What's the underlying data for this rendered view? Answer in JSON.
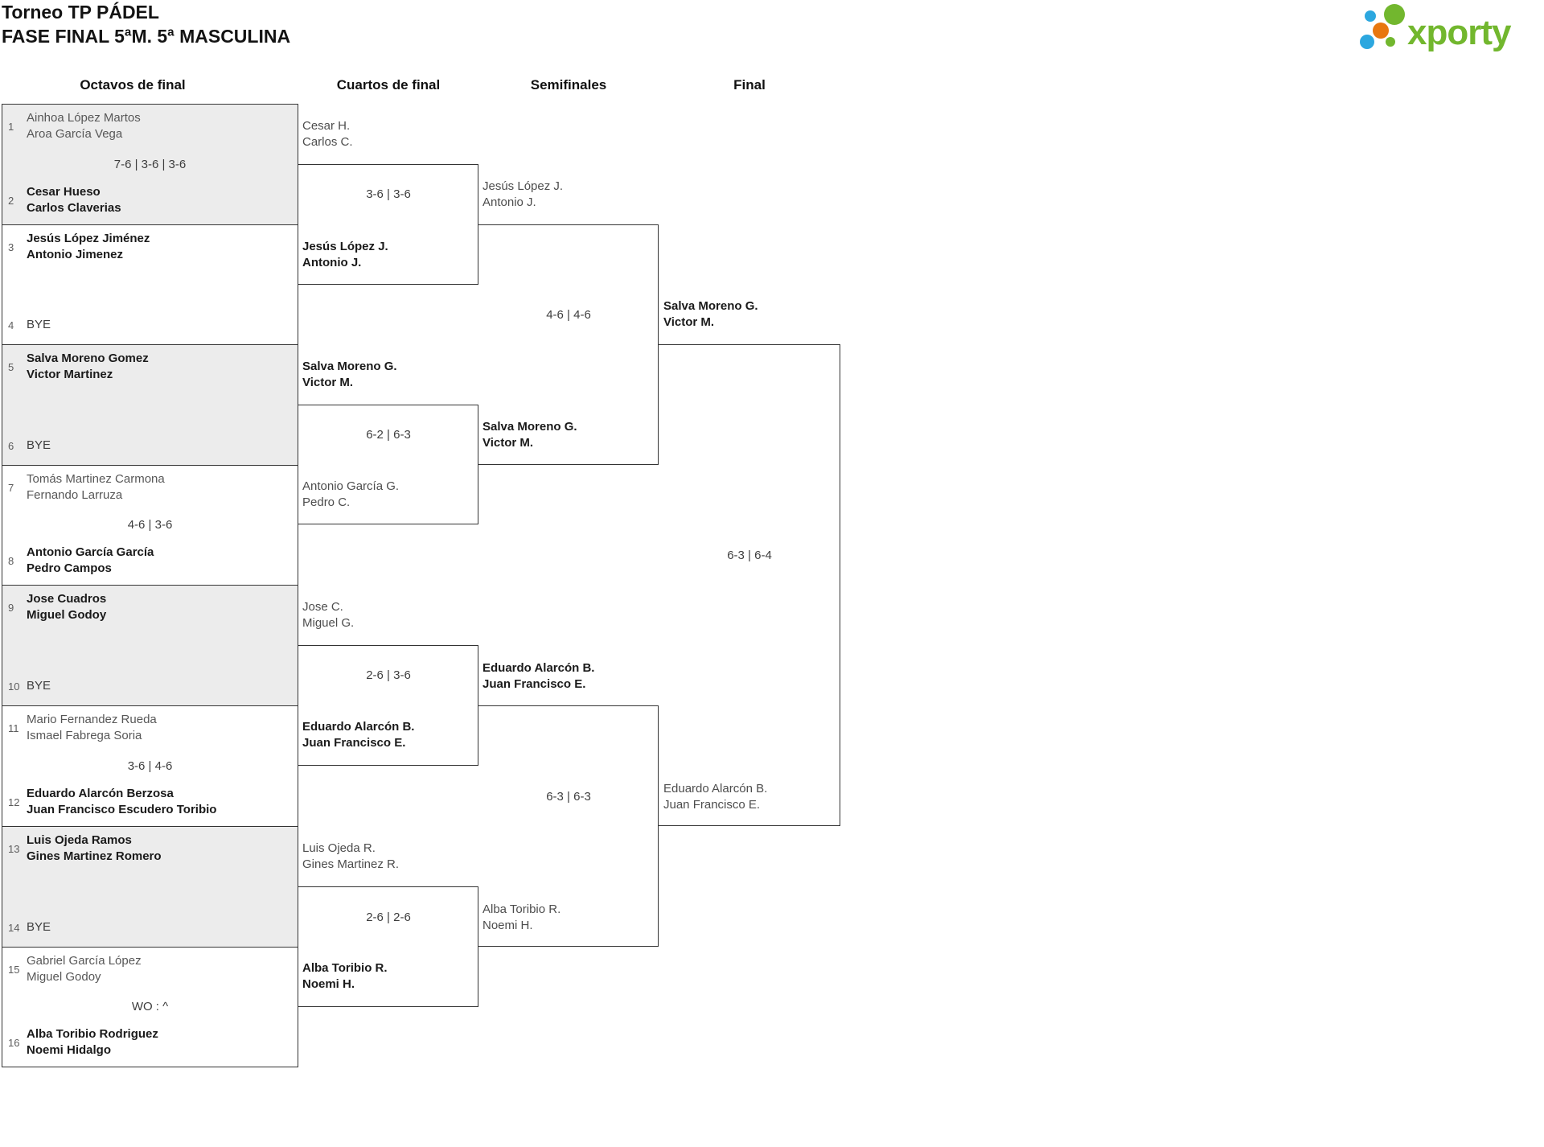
{
  "header": {
    "title_line1": "Torneo TP PÁDEL",
    "title_line2": "FASE FINAL 5ªM. 5ª MASCULINA"
  },
  "logo": {
    "text": "xporty",
    "green": "#72b72e",
    "blue": "#2ca7df",
    "orange": "#e8770f"
  },
  "round_headers": {
    "octavos": "Octavos de final",
    "cuartos": "Cuartos de final",
    "semifinales": "Semifinales",
    "final": "Final"
  },
  "bracket": {
    "octavos": [
      {
        "seed1": "1",
        "team1": [
          "Ainhoa López Martos",
          "Aroa García Vega"
        ],
        "score": "7-6 | 3-6 | 3-6",
        "seed2": "2",
        "team2": [
          "Cesar Hueso",
          "Carlos Claverias"
        ],
        "winner": 2
      },
      {
        "seed1": "3",
        "team1": [
          "Jesús López Jiménez",
          "Antonio Jimenez"
        ],
        "score": "",
        "seed2": "4",
        "team2": [
          "BYE"
        ],
        "winner": 1
      },
      {
        "seed1": "5",
        "team1": [
          "Salva Moreno Gomez",
          "Victor Martinez"
        ],
        "score": "",
        "seed2": "6",
        "team2": [
          "BYE"
        ],
        "winner": 1
      },
      {
        "seed1": "7",
        "team1": [
          "Tomás Martinez Carmona",
          "Fernando Larruza"
        ],
        "score": "4-6 | 3-6",
        "seed2": "8",
        "team2": [
          "Antonio García García",
          "Pedro Campos"
        ],
        "winner": 2
      },
      {
        "seed1": "9",
        "team1": [
          "Jose Cuadros",
          "Miguel Godoy"
        ],
        "score": "",
        "seed2": "10",
        "team2": [
          "BYE"
        ],
        "winner": 1
      },
      {
        "seed1": "11",
        "team1": [
          "Mario Fernandez Rueda",
          "Ismael Fabrega Soria"
        ],
        "score": "3-6 | 4-6",
        "seed2": "12",
        "team2": [
          "Eduardo Alarcón Berzosa",
          "Juan Francisco Escudero Toribio"
        ],
        "winner": 2
      },
      {
        "seed1": "13",
        "team1": [
          "Luis Ojeda Ramos",
          "Gines Martinez Romero"
        ],
        "score": "",
        "seed2": "14",
        "team2": [
          "BYE"
        ],
        "winner": 1
      },
      {
        "seed1": "15",
        "team1": [
          "Gabriel García López",
          "Miguel Godoy"
        ],
        "score": "WO : ^",
        "seed2": "16",
        "team2": [
          "Alba Toribio Rodriguez",
          "Noemi Hidalgo"
        ],
        "winner": 2
      }
    ],
    "cuartos": [
      {
        "team1": [
          "Cesar H.",
          "Carlos C."
        ],
        "score": "3-6 | 3-6",
        "team2": [
          "Jesús López J.",
          "Antonio J."
        ],
        "winner": 2
      },
      {
        "team1": [
          "Salva Moreno G.",
          "Victor M."
        ],
        "score": "6-2 | 6-3",
        "team2": [
          "Antonio García G.",
          "Pedro C."
        ],
        "winner": 1
      },
      {
        "team1": [
          "Jose C.",
          "Miguel G."
        ],
        "score": "2-6 | 3-6",
        "team2": [
          "Eduardo Alarcón B.",
          "Juan Francisco E."
        ],
        "winner": 2
      },
      {
        "team1": [
          "Luis Ojeda R.",
          "Gines Martinez R."
        ],
        "score": "2-6 | 2-6",
        "team2": [
          "Alba Toribio R.",
          "Noemi H."
        ],
        "winner": 2
      }
    ],
    "semifinales": [
      {
        "team1": [
          "Jesús López J.",
          "Antonio J."
        ],
        "score": "4-6 | 4-6",
        "team2": [
          "Salva Moreno G.",
          "Victor M."
        ],
        "winner": 2
      },
      {
        "team1": [
          "Eduardo Alarcón B.",
          "Juan Francisco E."
        ],
        "score": "6-3 | 6-3",
        "team2": [
          "Alba Toribio R.",
          "Noemi H."
        ],
        "winner": 1
      }
    ],
    "final": [
      {
        "team1": [
          "Salva Moreno G.",
          "Victor M."
        ],
        "score": "6-3 | 6-4",
        "team2": [
          "Eduardo Alarcón B.",
          "Juan Francisco E."
        ],
        "winner": 1
      }
    ]
  }
}
